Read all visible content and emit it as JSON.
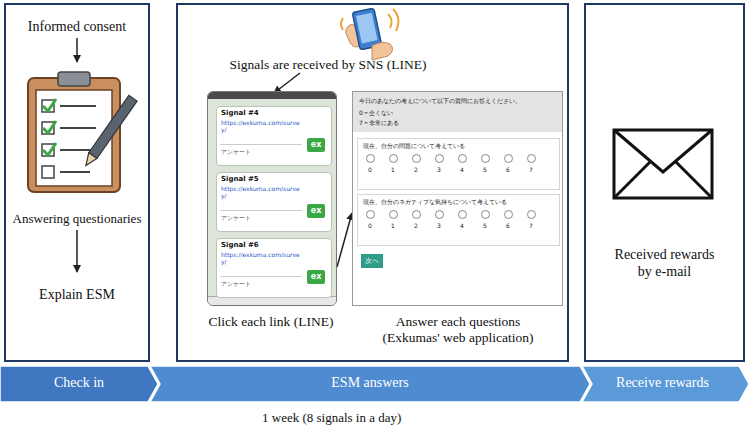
{
  "diagram": {
    "nodes": [
      {
        "text": [
          "Informed consent",
          "Answering questionaries",
          "Explain ESM"
        ]
      },
      {
        "text": [
          "Signals are received by SNS (LINE)"
        ]
      },
      {
        "text": [
          "Signal #4",
          "https://exkuma.com/survey/",
          "アンケート",
          "ex",
          "Signal #5",
          "https://exkuma.com/survey/",
          "アンケート",
          "ex",
          "Signal #6",
          "https://exkuma.com/survey/",
          "アンケート",
          "ex",
          "Click each link (LINE)"
        ],
        "in": 1
      },
      {
        "text": [
          "今日のあなたの考えについて以下の質問にお答えください。",
          "0＝全くない",
          "7＝非常にある",
          "現在、自分の問題について考えている",
          "0",
          "1",
          "2",
          "3",
          "4",
          "5",
          "6",
          "7",
          "現在、自分のネガティブな気持ちについて考えている",
          "0",
          "1",
          "2",
          "3",
          "4",
          "5",
          "6",
          "7",
          "次へ",
          "Answer each questions (Exkumas' web application)"
        ],
        "in": 1
      },
      {
        "text": [
          "Received rewards by e-mail"
        ]
      },
      {
        "text": [
          "Check in"
        ]
      },
      {
        "text": [
          "ESM answers"
        ]
      },
      {
        "text": [
          "Receive rewards"
        ]
      }
    ],
    "edges": [
      {
        "from": 2,
        "to": 3,
        "arrow": "to"
      }
    ],
    "labels": [
      "1 week (8 signals in a day)"
    ]
  }
}
